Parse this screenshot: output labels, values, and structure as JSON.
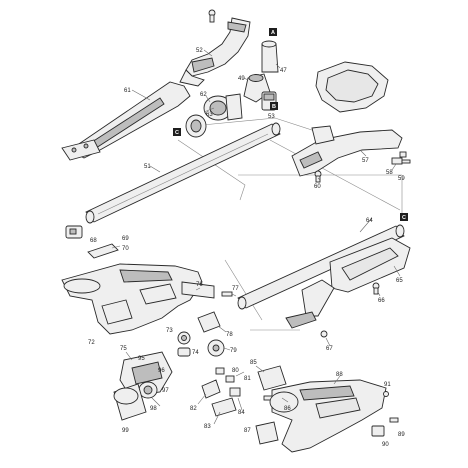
{
  "diagram": {
    "callouts": {
      "c52": "52",
      "c47": "47",
      "c49": "49",
      "c61": "61",
      "c62": "62",
      "c63": "63",
      "c53": "53",
      "c51": "51",
      "c57": "57",
      "c58": "58",
      "c59": "59",
      "c60": "60",
      "c64": "64",
      "c65": "65",
      "c66": "66",
      "c67": "67",
      "c68": "68",
      "c69": "69",
      "c70": "70",
      "c72": "72",
      "c73": "73",
      "c74": "74",
      "c75": "75",
      "c76": "76",
      "c77": "77",
      "c78": "78",
      "c79": "79",
      "c80": "80",
      "c81": "81",
      "c82": "82",
      "c83": "83",
      "c84": "84",
      "c85": "85",
      "c86": "86",
      "c87": "87",
      "c88": "88",
      "c89": "89",
      "c90": "90",
      "c91": "91",
      "c95": "95",
      "c96": "96",
      "c97": "97",
      "c98": "98",
      "c99": "99"
    },
    "ref_boxes": {
      "a": "A",
      "b": "B",
      "c1": "C",
      "c2": "C"
    }
  }
}
